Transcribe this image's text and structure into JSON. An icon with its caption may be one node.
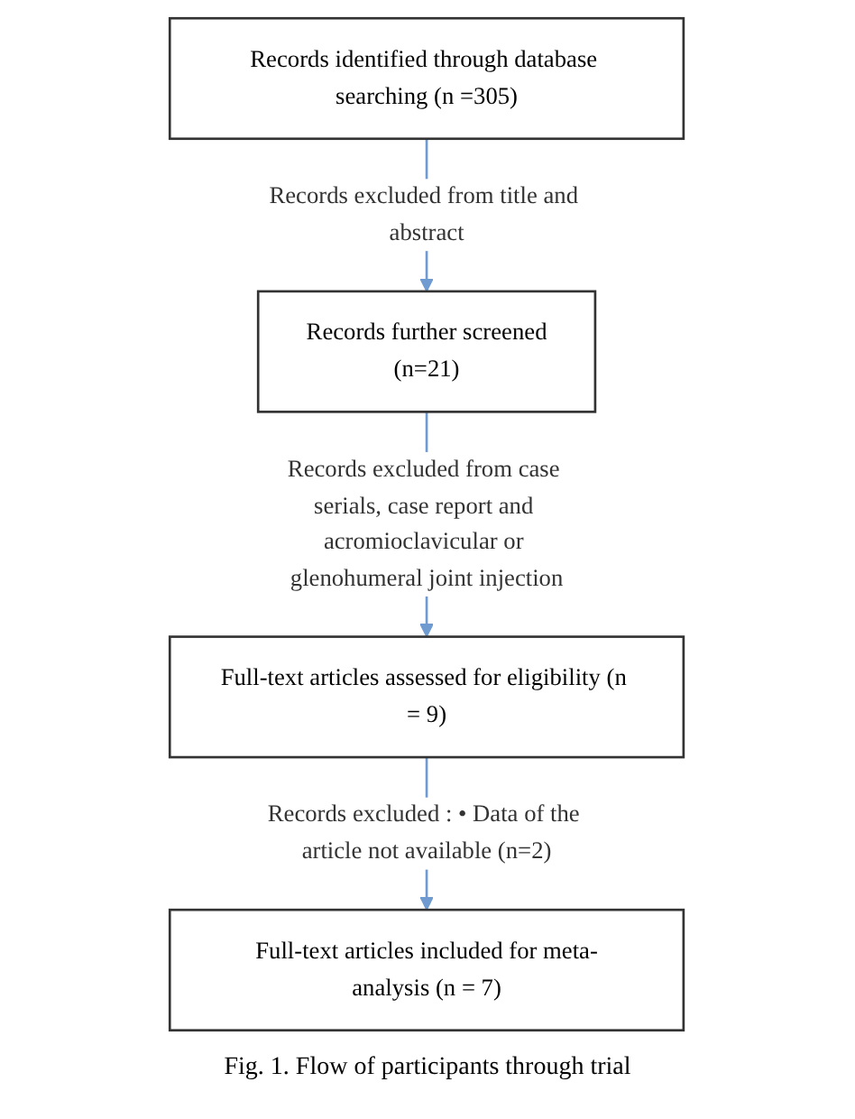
{
  "diagram": {
    "caption": "Fig. 1. Flow of participants through trial",
    "nodes": [
      {
        "text": [
          "Records identified through database searching (n =305)"
        ]
      },
      {
        "text": [
          "Records further screened",
          "(n=21)"
        ]
      },
      {
        "text": [
          "Full-text articles assessed for eligibility (n = 9)"
        ]
      },
      {
        "text": [
          "Full-text articles included for meta-analysis (n = 7)"
        ]
      }
    ],
    "edges": [
      {
        "from": 0,
        "to": 1,
        "arrow": "to",
        "label": "Records excluded from title and abstract"
      },
      {
        "from": 1,
        "to": 2,
        "arrow": "to",
        "label": "Records excluded from case serials, case report and acromioclavicular or glenohumeral joint injection"
      },
      {
        "from": 2,
        "to": 3,
        "arrow": "to",
        "label": "Records excluded : • Data of the article not available (n=2)"
      }
    ]
  }
}
